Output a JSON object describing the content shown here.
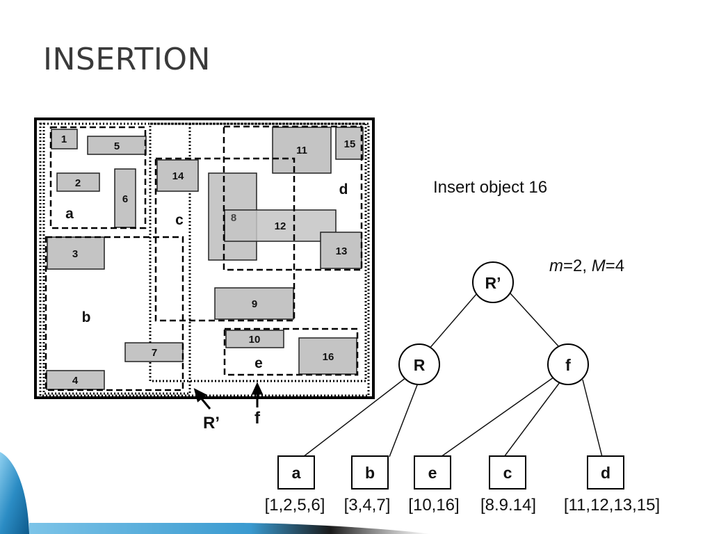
{
  "title": "INSERTION",
  "caption": "Insert object 16",
  "params": {
    "m_sym": "m",
    "m_val": "=2, ",
    "M_sym": "M",
    "M_val": "=4"
  },
  "objects": [
    "1",
    "2",
    "3",
    "4",
    "5",
    "6",
    "7",
    "8",
    "9",
    "10",
    "11",
    "12",
    "13",
    "14",
    "15",
    "16"
  ],
  "regions": [
    "a",
    "b",
    "c",
    "d",
    "e"
  ],
  "arrows": [
    "R’",
    "f"
  ],
  "tree": {
    "root": "R’",
    "internal": [
      "R",
      "f"
    ],
    "leaves": [
      {
        "name": "a",
        "entries": "[1,2,5,6]"
      },
      {
        "name": "b",
        "entries": "[3,4,7]"
      },
      {
        "name": "e",
        "entries": "[10,16]"
      },
      {
        "name": "c",
        "entries": "[8.9.14]"
      },
      {
        "name": "d",
        "entries": "[11,12,13,15]"
      }
    ]
  },
  "colors": {
    "object_fill": "#c4c4c4",
    "accent_blue": "#1e7fb8",
    "text": "#111111"
  }
}
